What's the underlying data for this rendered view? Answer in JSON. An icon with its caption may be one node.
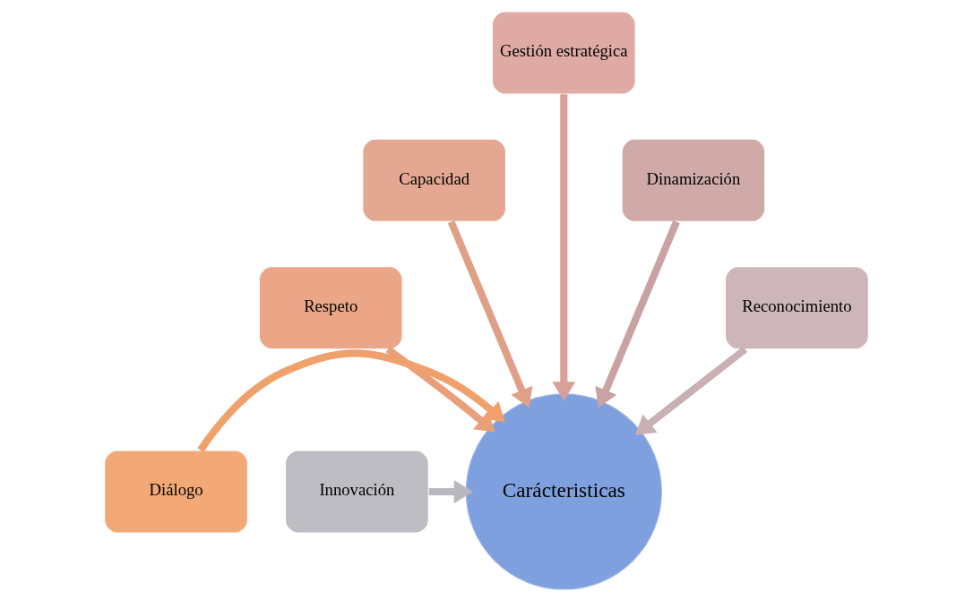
{
  "diagram": {
    "nodes": [
      {
        "text": [
          "Gestión estratégica"
        ]
      },
      {
        "text": [
          "Capacidad"
        ]
      },
      {
        "text": [
          "Dinamización"
        ]
      },
      {
        "text": [
          "Respeto"
        ]
      },
      {
        "text": [
          "Reconocimiento"
        ]
      },
      {
        "text": [
          "Diálogo"
        ]
      },
      {
        "text": [
          "Carácteristicas"
        ]
      },
      {
        "text": [
          "Innovación"
        ]
      }
    ],
    "edges": [
      {
        "from": 0,
        "to": 6,
        "arrow": "to",
        "color": "#d9a09a"
      },
      {
        "from": 1,
        "to": 6,
        "arrow": "to",
        "color": "#e0a088"
      },
      {
        "from": 2,
        "to": 6,
        "arrow": "to",
        "color": "#c9a3a3"
      },
      {
        "from": 3,
        "to": 6,
        "arrow": "to",
        "color": "#e9a07a"
      },
      {
        "from": 4,
        "to": 6,
        "arrow": "to",
        "color": "#c8b0b4"
      },
      {
        "from": 5,
        "to": 6,
        "arrow": "to",
        "color": "#f0a06a"
      },
      {
        "from": 7,
        "to": 6,
        "arrow": "to",
        "color": "#b8b8c0"
      }
    ]
  }
}
